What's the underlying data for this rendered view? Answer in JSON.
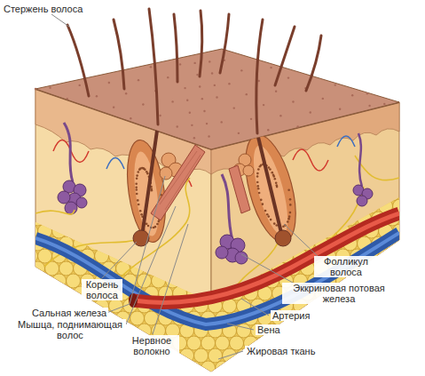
{
  "diagram": {
    "labels": [
      "Стержень волоса",
      "Корень волоса",
      "Сальная железа",
      "Мышца, поднимающая волос",
      "Нервное волокно",
      "Фолликул волоса",
      "Эккриновая потовая железа",
      "Артерия",
      "Вена",
      "Жировая ткань"
    ]
  }
}
